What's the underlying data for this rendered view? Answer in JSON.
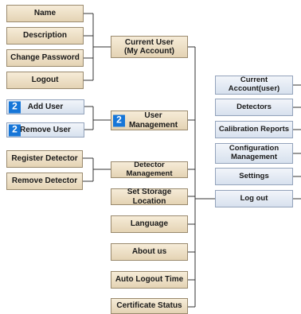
{
  "current_user_group": {
    "items": [
      "Name",
      "Description",
      "Change Password",
      "Logout"
    ],
    "parent": "Current User\n(My Account)"
  },
  "user_management_group": {
    "items": [
      {
        "label": "Add User",
        "badge": "2"
      },
      {
        "label": "Remove User",
        "badge": "2"
      }
    ],
    "parent": "User\nManagement",
    "parent_badge": "2"
  },
  "detector_group": {
    "items": [
      "Register Detector",
      "Remove Detector"
    ],
    "parent": "Detector Management"
  },
  "center_items": [
    "Set Storage Location",
    "Language",
    "About us",
    "Auto Logout Time",
    "Certificate Status"
  ],
  "right_menu": [
    "Current\nAccount(user)",
    "Detectors",
    "Calibration Reports",
    "Configuration\nManagement",
    "Settings",
    "Log out"
  ],
  "colors": {
    "tan_box": "#e9dbbf",
    "blue_box": "#dde5f0",
    "badge": "#1676d8",
    "line": "#333333"
  }
}
